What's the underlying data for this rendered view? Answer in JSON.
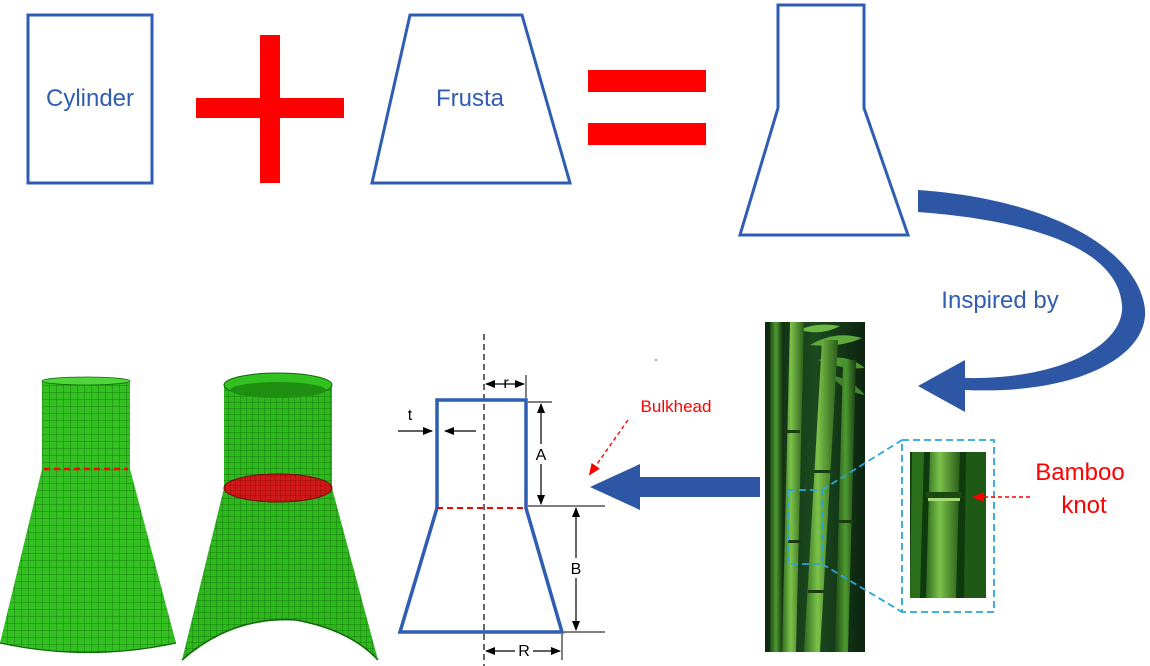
{
  "colors": {
    "outline_blue": "#2F5DB3",
    "operator_red": "#FF0000",
    "arrow_blue": "#2D56A5",
    "mesh_green": "#2FBF1F",
    "mesh_red": "#D01818",
    "bamboo_green": "#3E8F2A",
    "callout_cyan": "#29A6DB"
  },
  "equation": {
    "cylinder_label": "Cylinder",
    "plus_symbol": "+",
    "frusta_label": "Frusta",
    "equals_symbol": "="
  },
  "inspiration": {
    "inspired_label": "Inspired by",
    "bamboo_label_line1": "Bamboo",
    "bamboo_label_line2": "knot"
  },
  "cross_section": {
    "bulkhead_label": "Bulkhead",
    "thickness_label": "t",
    "top_radius_label": "r",
    "upper_height_label": "A",
    "lower_height_label": "B",
    "bottom_radius_label": "R"
  },
  "icons": [
    "curved-arrow-icon",
    "left-arrow-icon",
    "bamboo-photo",
    "mesh-model-icon"
  ]
}
